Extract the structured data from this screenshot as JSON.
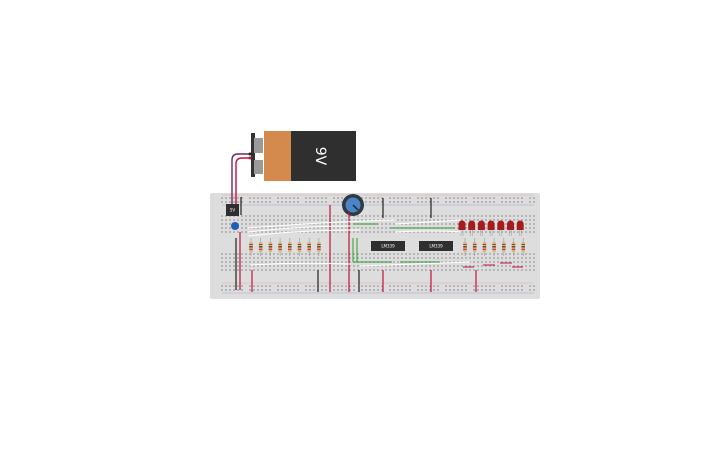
{
  "battery": {
    "label": "9V",
    "body_color": "#2f2f2f",
    "cap_color": "#d48a4c"
  },
  "regulator": {
    "label": "5V"
  },
  "chips": [
    {
      "label": "LM339"
    },
    {
      "label": "LM339"
    }
  ],
  "breadboard": {
    "color": "#dcdcdc"
  },
  "led_color": "#a61c1c",
  "led_count": 7,
  "resistor_count": 8,
  "potentiometer": {
    "color": "#4a86c5"
  }
}
